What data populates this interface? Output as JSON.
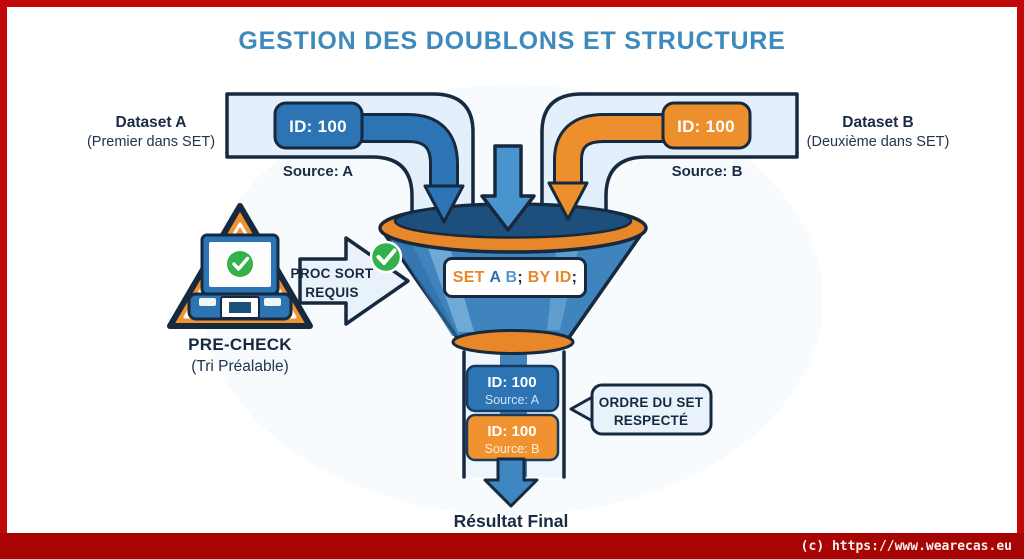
{
  "title": "GESTION DES DOUBLONS ET STRUCTURE",
  "dataset_a": {
    "name": "Dataset A",
    "subtitle": "(Premier dans SET)",
    "record_id": "ID: 100",
    "source": "Source: A"
  },
  "dataset_b": {
    "name": "Dataset B",
    "subtitle": "(Deuxième dans SET)",
    "record_id": "ID: 100",
    "source": "Source: B"
  },
  "funnel": {
    "code_segments": [
      {
        "text": "SET ",
        "color": "#e8872a"
      },
      {
        "text": "A ",
        "color": "#2f6fae"
      },
      {
        "text": "B",
        "color": "#5499d1"
      },
      {
        "text": "; ",
        "color": "#1a2b45"
      },
      {
        "text": "BY ID",
        "color": "#e8872a"
      },
      {
        "text": ";",
        "color": "#1a2b45"
      }
    ]
  },
  "precheck": {
    "title": "PRE-CHECK",
    "subtitle": "(Tri Préalable)",
    "arrow_label_line1": "PROC SORT",
    "arrow_label_line2": "REQUIS"
  },
  "output": {
    "rows": [
      {
        "id": "ID: 100",
        "source": "Source: A"
      },
      {
        "id": "ID: 100",
        "source": "Source: B"
      }
    ],
    "callout_line1": "ORDRE DU SET",
    "callout_line2": "RESPECTÉ",
    "result_label": "Résultat Final"
  },
  "footer": {
    "copyright": "(c) https://www.wearecas.eu"
  },
  "icons": {
    "precheck_device": "laptop-icon",
    "precheck_shape": "warning-triangle-icon",
    "validation": "check-circle-icon"
  },
  "colors": {
    "frame_red": "#c20909",
    "footer_red": "#a90404",
    "title_blue": "#3e8abc",
    "outline_navy": "#16293f",
    "text_navy": "#1a2b45",
    "blue": "#2c74b3",
    "light_arrow_blue": "#4a94cd",
    "funnel_blue": "#3f84bd",
    "funnel_interior": "#1c4f7b",
    "orange": "#ee8f2e",
    "rim_orange": "#e8872a",
    "panel_light": "#e9f2fb",
    "green": "#35b14c",
    "white": "#ffffff"
  }
}
